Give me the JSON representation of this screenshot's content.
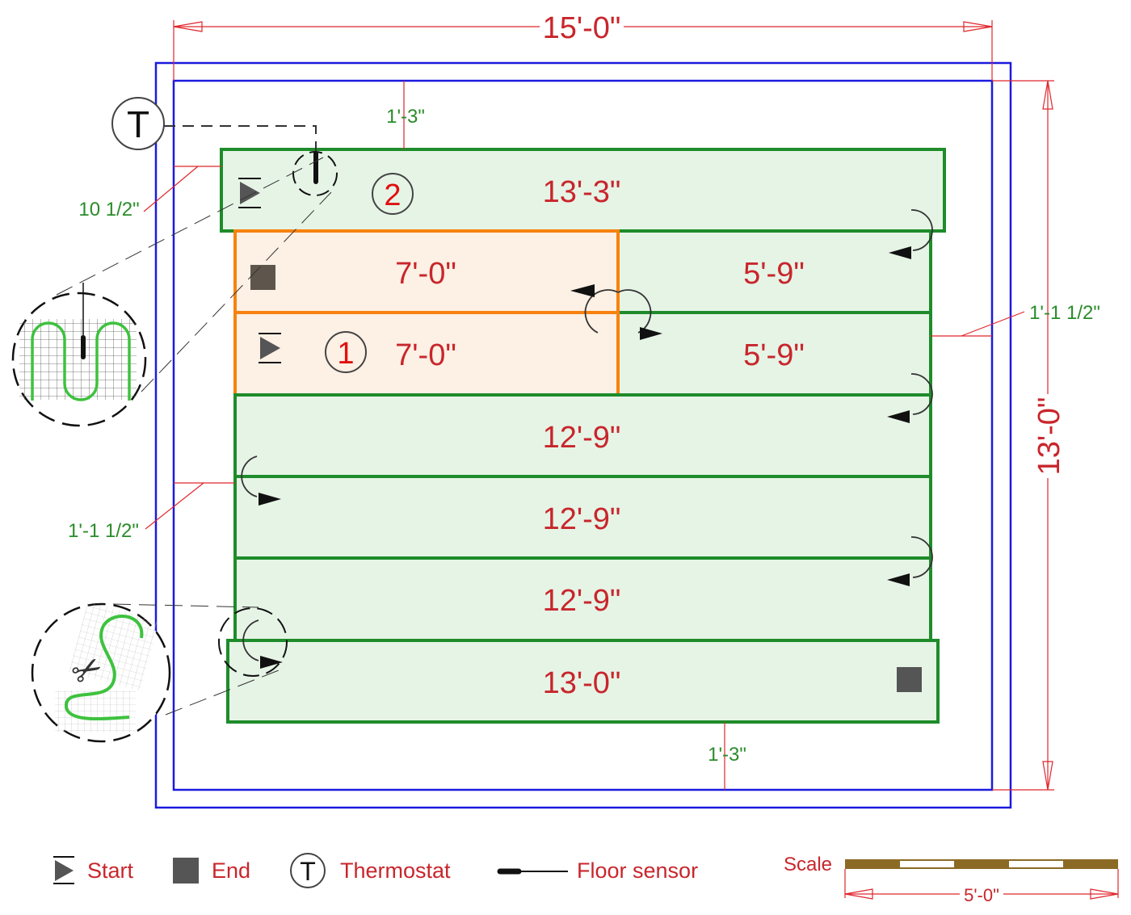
{
  "overall": {
    "width_label": "15'-0\"",
    "height_label": "13'-0\""
  },
  "clearances": {
    "top": "1'-3\"",
    "left_top": "10 1/2\"",
    "right": "1'-1 1/2\"",
    "left_mid": "1'-1 1/2\"",
    "bottom": "1'-3\""
  },
  "circuits": {
    "one": "1",
    "two": "2"
  },
  "strips": [
    {
      "label": "13'-3\""
    },
    {
      "left": "7'-0\"",
      "right": "5'-9\""
    },
    {
      "left": "7'-0\"",
      "right": "5'-9\""
    },
    {
      "label": "12'-9\""
    },
    {
      "label": "12'-9\""
    },
    {
      "label": "12'-9\""
    },
    {
      "label": "13'-0\""
    }
  ],
  "thermostat_symbol": "T",
  "legend": {
    "start": "Start",
    "end": "End",
    "thermostat": "Thermostat",
    "thermostat_symbol": "T",
    "floor_sensor": "Floor sensor"
  },
  "scale": {
    "label": "Scale",
    "length": "5'-0\""
  },
  "colors": {
    "room": "#1a1adf",
    "mat": "#1e8c2a",
    "mat2": "#f7820f",
    "dimension": "#e0262c"
  }
}
